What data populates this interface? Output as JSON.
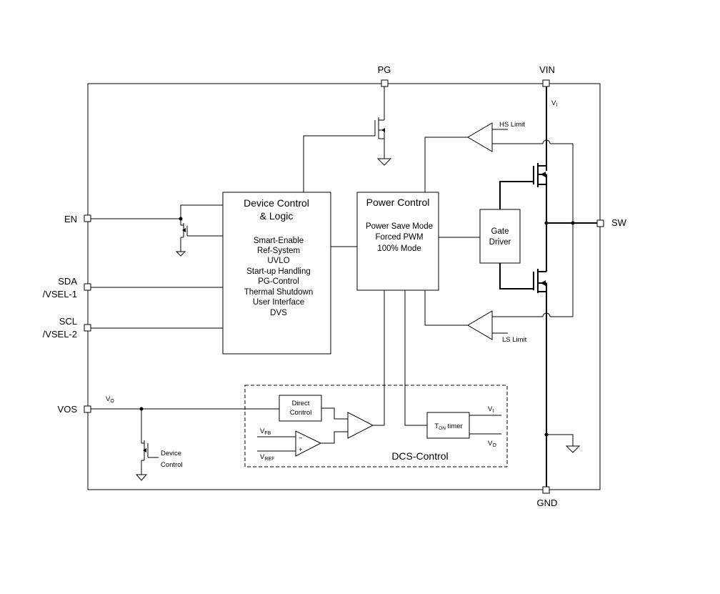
{
  "pins": {
    "pg": "PG",
    "vin": "VIN",
    "en": "EN",
    "sda_1": "SDA",
    "sda_2": "/VSEL-1",
    "scl_1": "SCL",
    "scl_2": "/VSEL-2",
    "vos": "VOS",
    "sw": "SW",
    "gnd": "GND"
  },
  "device_control": {
    "title_1": "Device Control",
    "title_2": "& Logic",
    "items": [
      "Smart-Enable",
      "Ref-System",
      "UVLO",
      "Start-up Handling",
      "PG-Control",
      "Thermal Shutdown",
      "User Interface",
      "DVS"
    ]
  },
  "power_control": {
    "title": "Power Control",
    "items": [
      "Power Save Mode",
      "Forced PWM",
      "100% Mode"
    ]
  },
  "gate_driver": {
    "line_1": "Gate",
    "line_2": "Driver"
  },
  "limits": {
    "hs": "HS Limit",
    "ls": "LS Limit"
  },
  "dcs": {
    "label": "DCS-Control",
    "direct_1": "Direct",
    "direct_2": "Control",
    "timer": "T",
    "timer_sub": "ON",
    "timer_rest": " timer",
    "vfb": "V",
    "vfb_sub": "FB",
    "vref": "V",
    "vref_sub": "REF",
    "minus": "−",
    "plus": "+",
    "vi": "V",
    "vi_sub": "I",
    "vo": "V",
    "vo_sub": "O"
  },
  "labels": {
    "vi": "V",
    "vi_sub": "I",
    "vo": "V",
    "vo_sub": "O",
    "dev_ctrl_1": "Device",
    "dev_ctrl_2": "Control"
  }
}
